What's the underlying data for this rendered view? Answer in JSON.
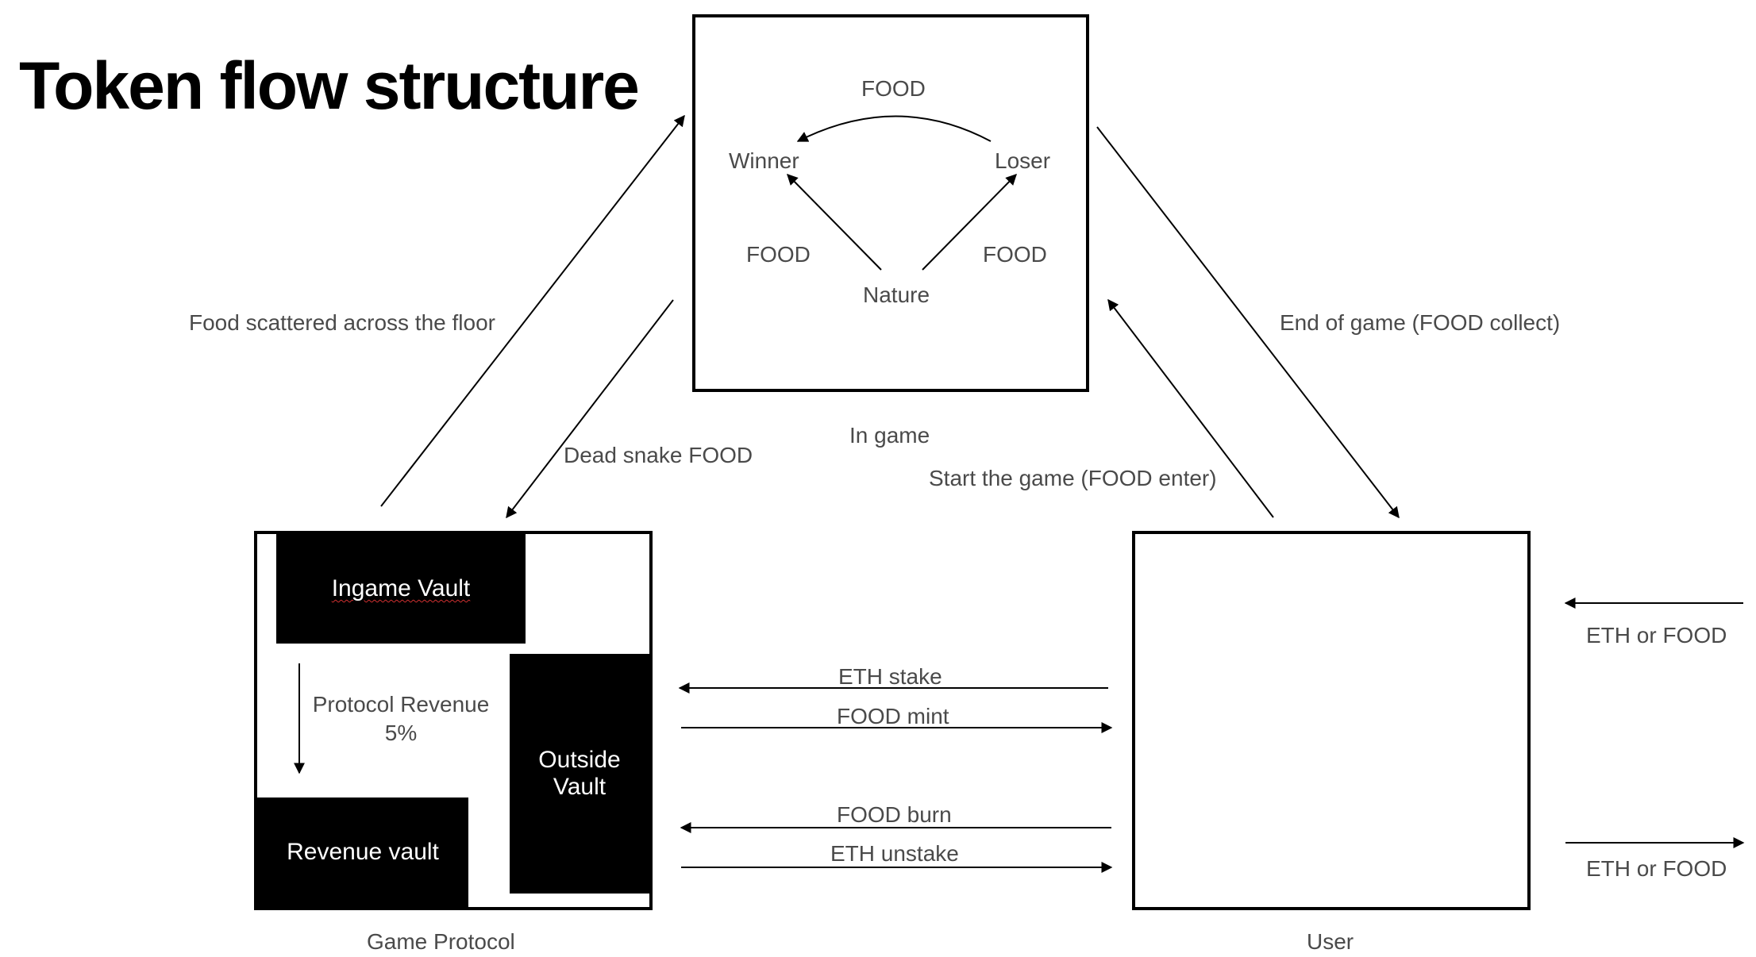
{
  "title": "Token flow structure",
  "in_game": {
    "caption": "In game",
    "winner": "Winner",
    "loser": "Loser",
    "nature": "Nature",
    "food_top": "FOOD",
    "food_left": "FOOD",
    "food_right": "FOOD"
  },
  "flows": {
    "food_scattered": "Food scattered across the floor",
    "dead_snake": "Dead snake FOOD",
    "start_game": "Start the game (FOOD enter)",
    "end_game": "End of game (FOOD collect)",
    "eth_stake": "ETH stake",
    "food_mint": "FOOD mint",
    "food_burn": "FOOD burn",
    "eth_unstake": "ETH unstake",
    "eth_or_food_in": "ETH or FOOD",
    "eth_or_food_out": "ETH or FOOD"
  },
  "protocol": {
    "caption": "Game Protocol",
    "ingame_vault": "Ingame Vault",
    "revenue_label": "Protocol Revenue",
    "revenue_pct": "5%",
    "outside_vault": "Outside Vault",
    "revenue_vault": "Revenue vault"
  },
  "user": {
    "caption": "User"
  }
}
